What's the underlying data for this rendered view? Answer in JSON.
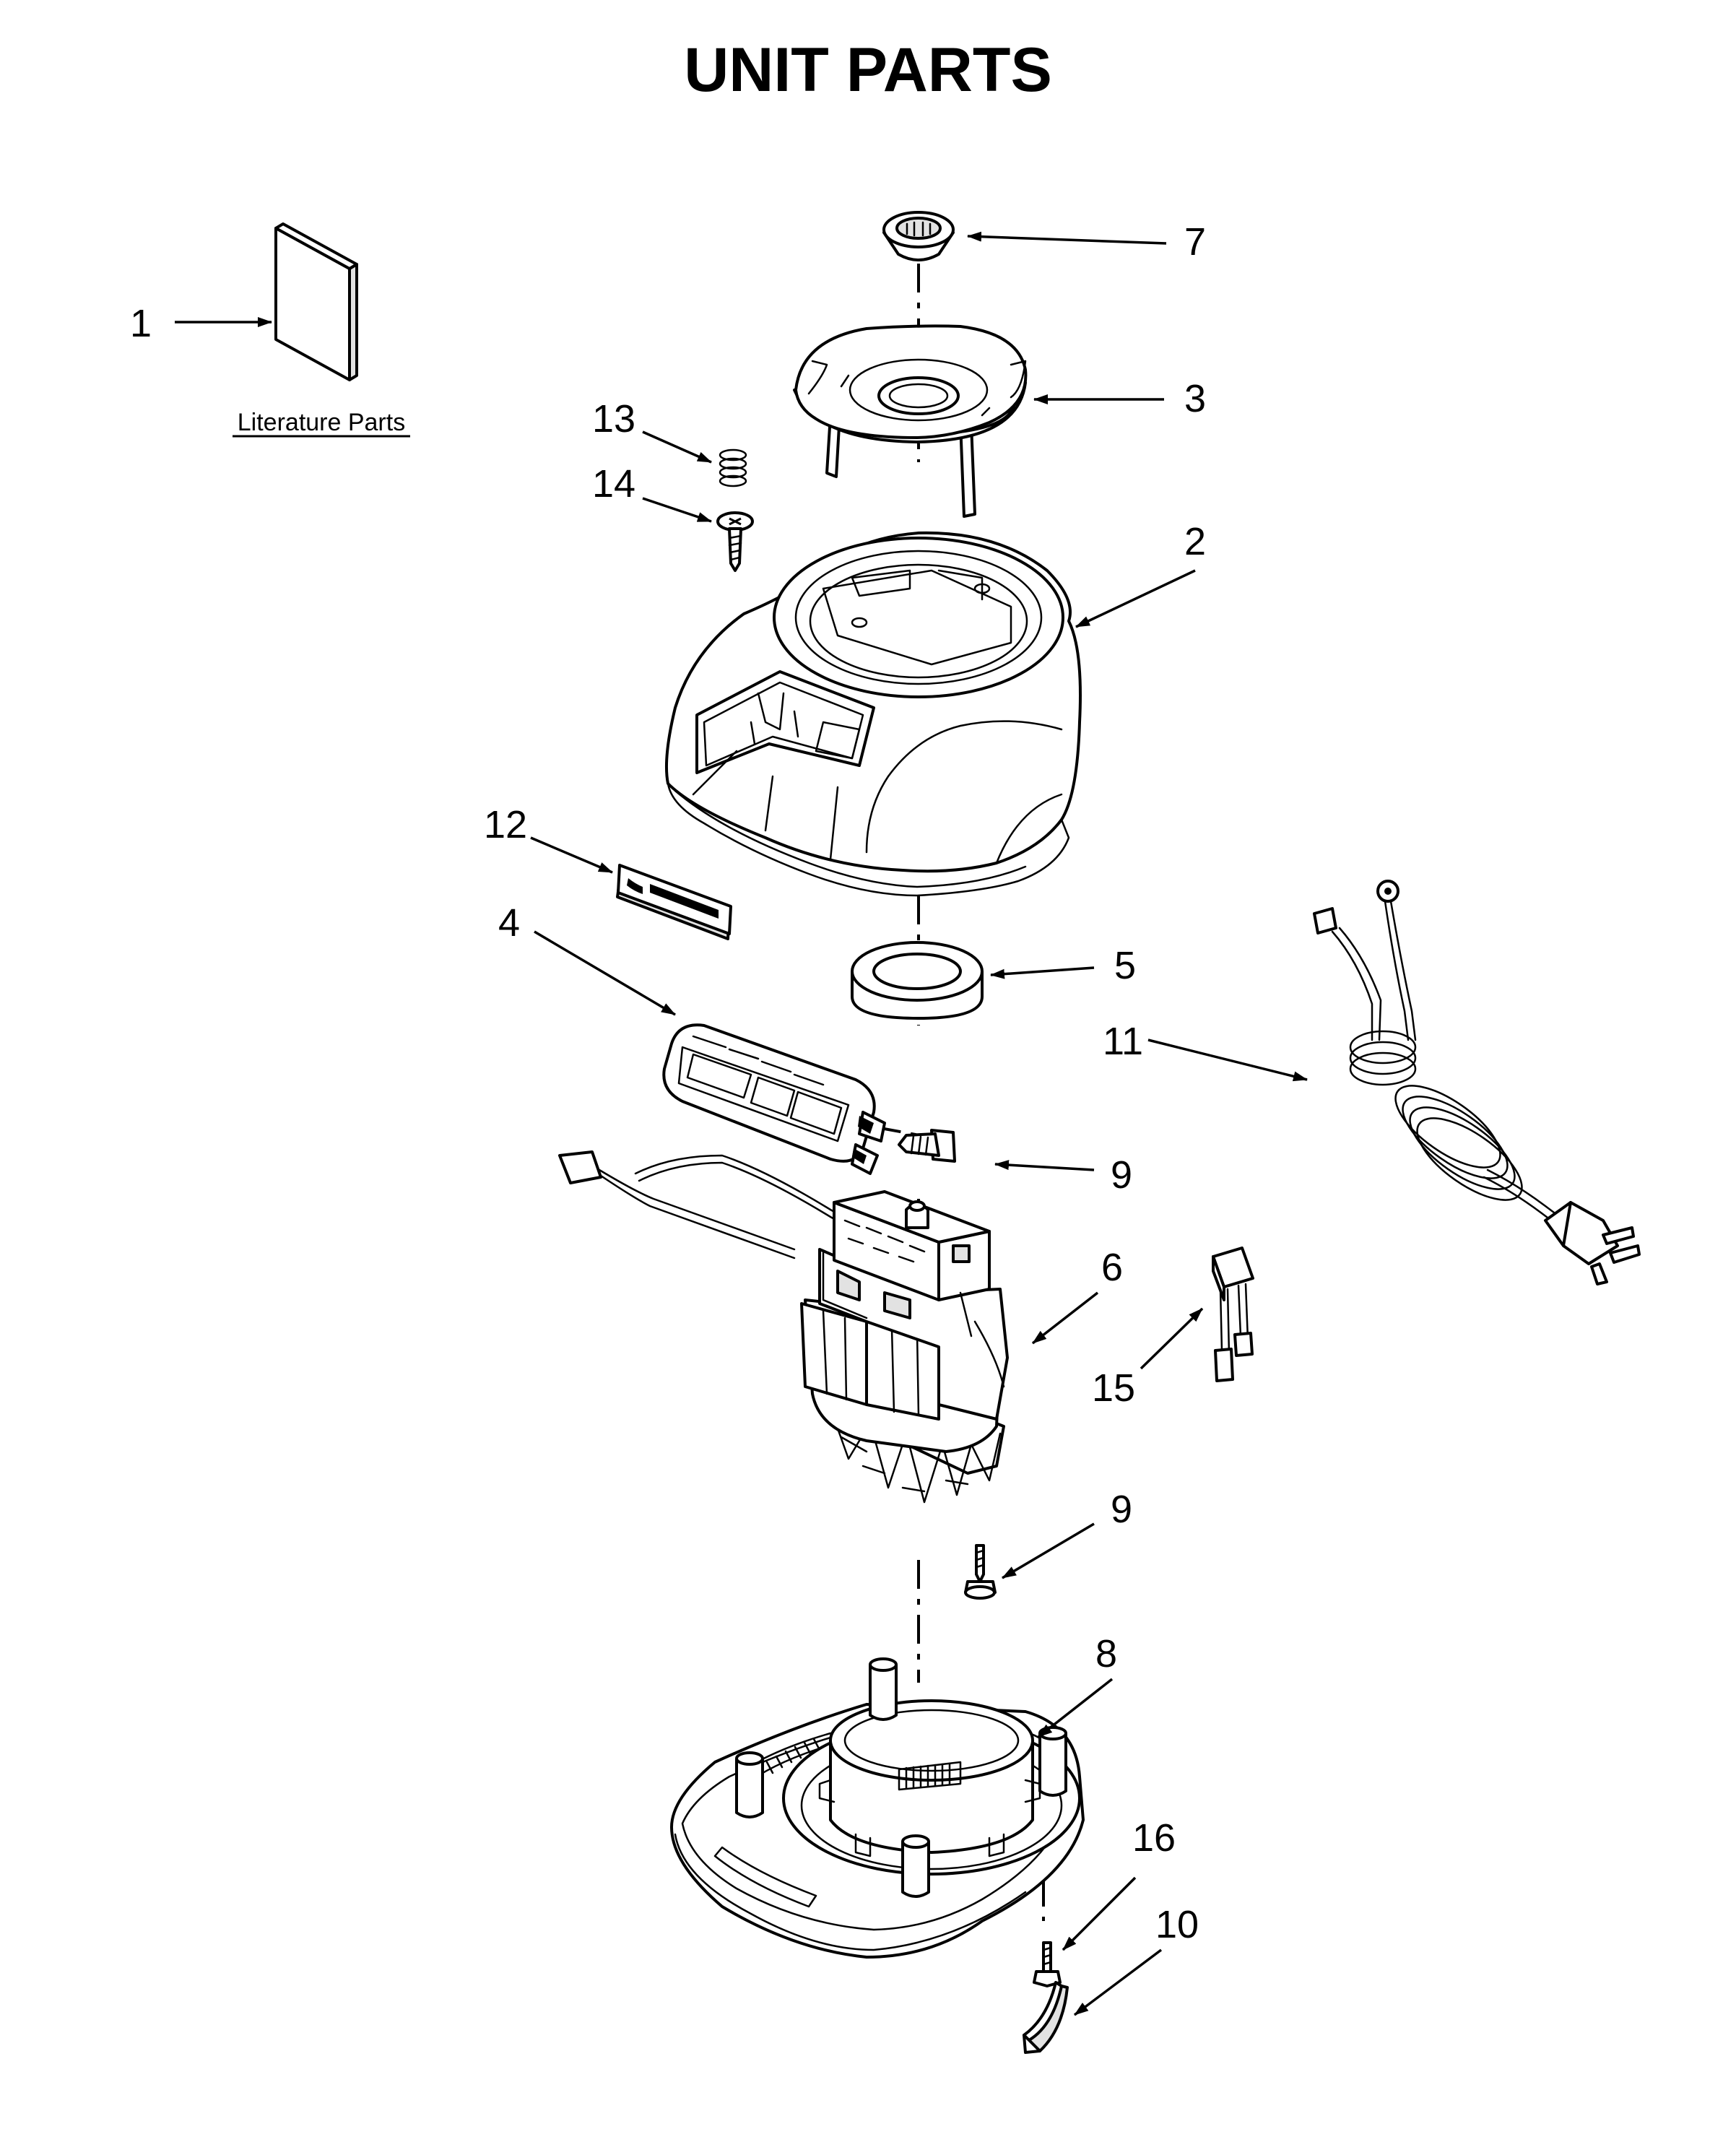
{
  "title": "UNIT PARTS",
  "literature_label": "Literature Parts",
  "callouts": {
    "c1": "1",
    "c2": "2",
    "c3": "3",
    "c4": "4",
    "c5": "5",
    "c6": "6",
    "c7": "7",
    "c8": "8",
    "c9a": "9",
    "c9b": "9",
    "c10": "10",
    "c11": "11",
    "c12": "12",
    "c13": "13",
    "c14": "14",
    "c15": "15",
    "c16": "16"
  }
}
